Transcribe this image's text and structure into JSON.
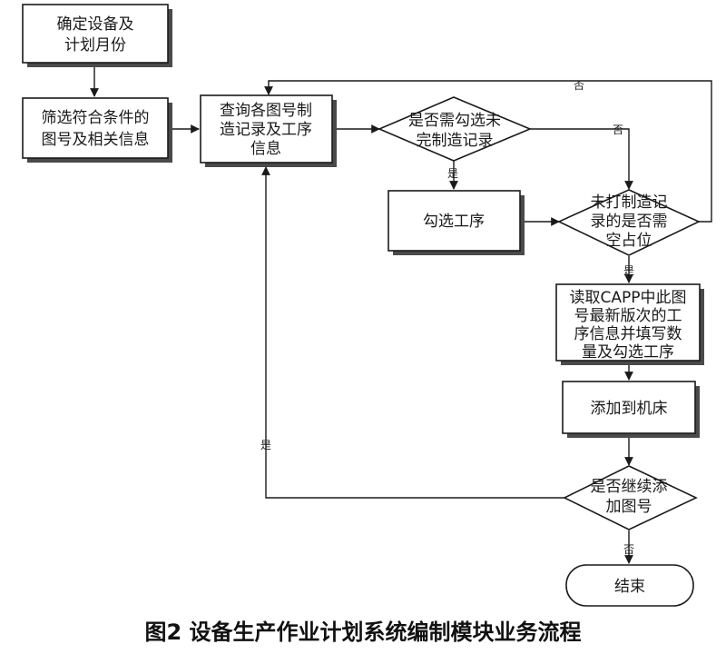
{
  "nodes": {
    "select_equipment": {
      "lines": [
        "确定设备及",
        "计划月份"
      ]
    },
    "filter": {
      "lines": [
        "筛选符合条件的",
        "图号及相关信息"
      ]
    },
    "query": {
      "lines": [
        "查询各图号制",
        "造记录及工序",
        "信息"
      ]
    },
    "need_check": {
      "lines": [
        "是否需勾选未",
        "完制造记录"
      ]
    },
    "check_op": {
      "lines": [
        "勾选工序"
      ]
    },
    "unmade": {
      "lines": [
        "未打制造记",
        "录的是否需",
        "空占位"
      ]
    },
    "read_capp": {
      "lines": [
        "读取CAPP中此图",
        "号最新版次的工",
        "序信息并填写数",
        "量及勾选工序"
      ]
    },
    "add_machine": {
      "lines": [
        "添加到机床"
      ]
    },
    "continue": {
      "lines": [
        "是否继续添",
        "加图号"
      ]
    },
    "end": {
      "lines": [
        "结束"
      ]
    }
  },
  "edges": {
    "no_top": "否",
    "no_right": "否",
    "yes_check": "是",
    "yes_capp": "是",
    "yes_loop": "是",
    "no_end": "否"
  },
  "caption": "图2  设备生产作业计划系统编制模块业务流程"
}
